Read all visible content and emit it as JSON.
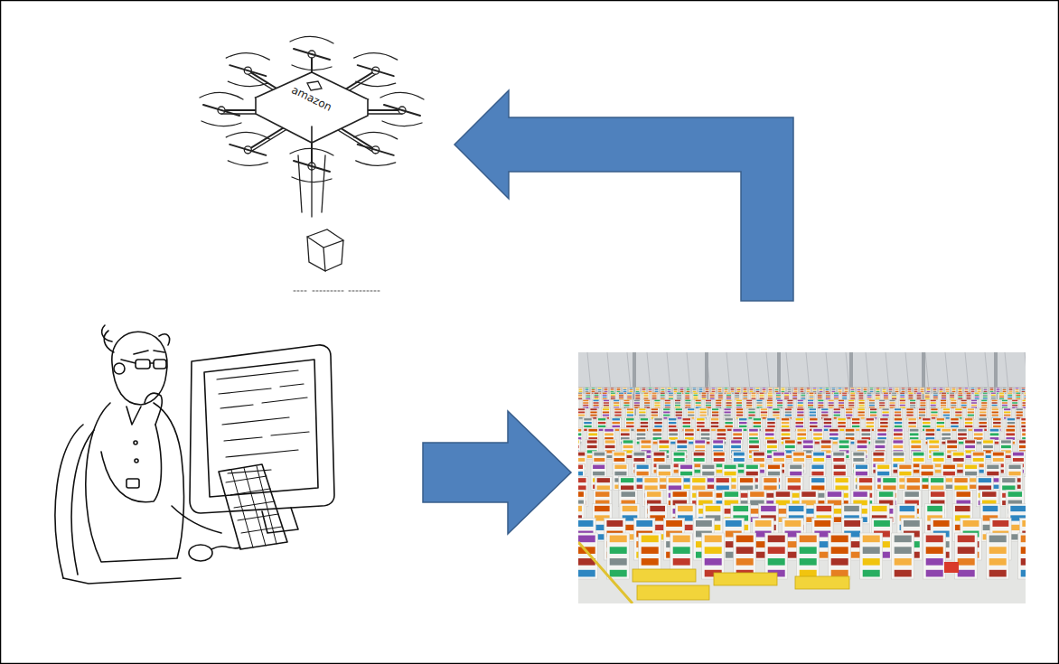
{
  "diagram": {
    "nodes": [
      {
        "text": [
          "amazon"
        ]
      },
      {
        "text": []
      },
      {
        "text": []
      }
    ],
    "edges": [
      {
        "from": 1,
        "to": 2,
        "arrow": "to"
      },
      {
        "from": 2,
        "to": 0,
        "arrow": "to"
      }
    ]
  }
}
